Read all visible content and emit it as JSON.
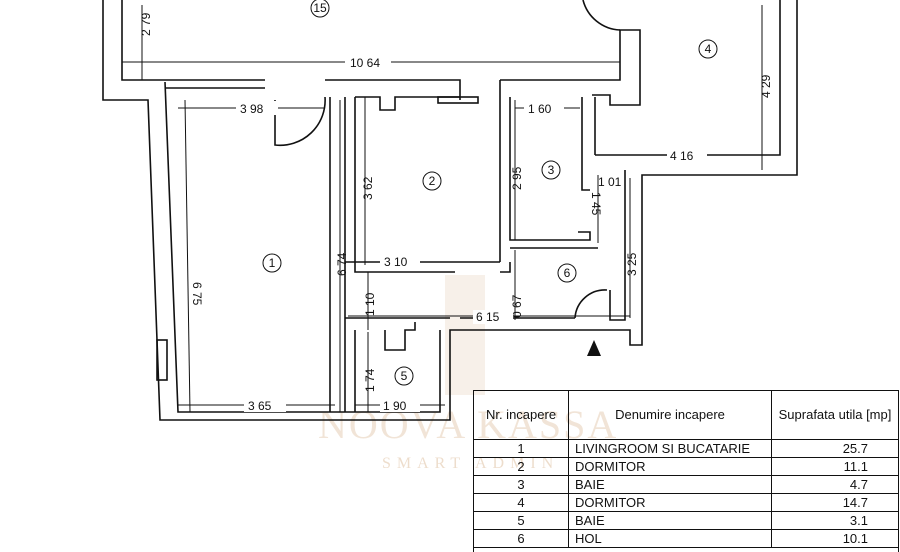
{
  "rooms": {
    "r15": "15",
    "r1": "1",
    "r2": "2",
    "r3": "3",
    "r4": "4",
    "r5": "5",
    "r6": "6"
  },
  "dimensions": {
    "d279": "2 79",
    "d1064": "10 64",
    "d398": "3 98",
    "d160": "1 60",
    "d429": "4 29",
    "d416": "4 16",
    "d362": "3 62",
    "d295": "2 95",
    "d101": "1 01",
    "d145": "1 45",
    "d675": "6 75",
    "d674": "6 74",
    "d310": "3 10",
    "d325": "3 25",
    "d110": "1 10",
    "d067": "0 67",
    "d615": "6 15",
    "d174": "1 74",
    "d365": "3 65",
    "d190": "1 90"
  },
  "watermark": {
    "brand": "NOOVA KASSA",
    "tagline": "SMART ADMIN"
  },
  "table": {
    "headers": [
      "Nr. incapere",
      "Denumire incapere",
      "Suprafata utila [mp]"
    ],
    "rows": [
      {
        "nr": "1",
        "name": "LIVINGROOM SI BUCATARIE",
        "area": "25.7"
      },
      {
        "nr": "2",
        "name": "DORMITOR",
        "area": "11.1"
      },
      {
        "nr": "3",
        "name": "BAIE",
        "area": "4.7"
      },
      {
        "nr": "4",
        "name": "DORMITOR",
        "area": "14.7"
      },
      {
        "nr": "5",
        "name": "BAIE",
        "area": "3.1"
      },
      {
        "nr": "6",
        "name": "HOL",
        "area": "10.1"
      }
    ]
  },
  "icons": {
    "entrance": "entrance-arrow-icon"
  }
}
